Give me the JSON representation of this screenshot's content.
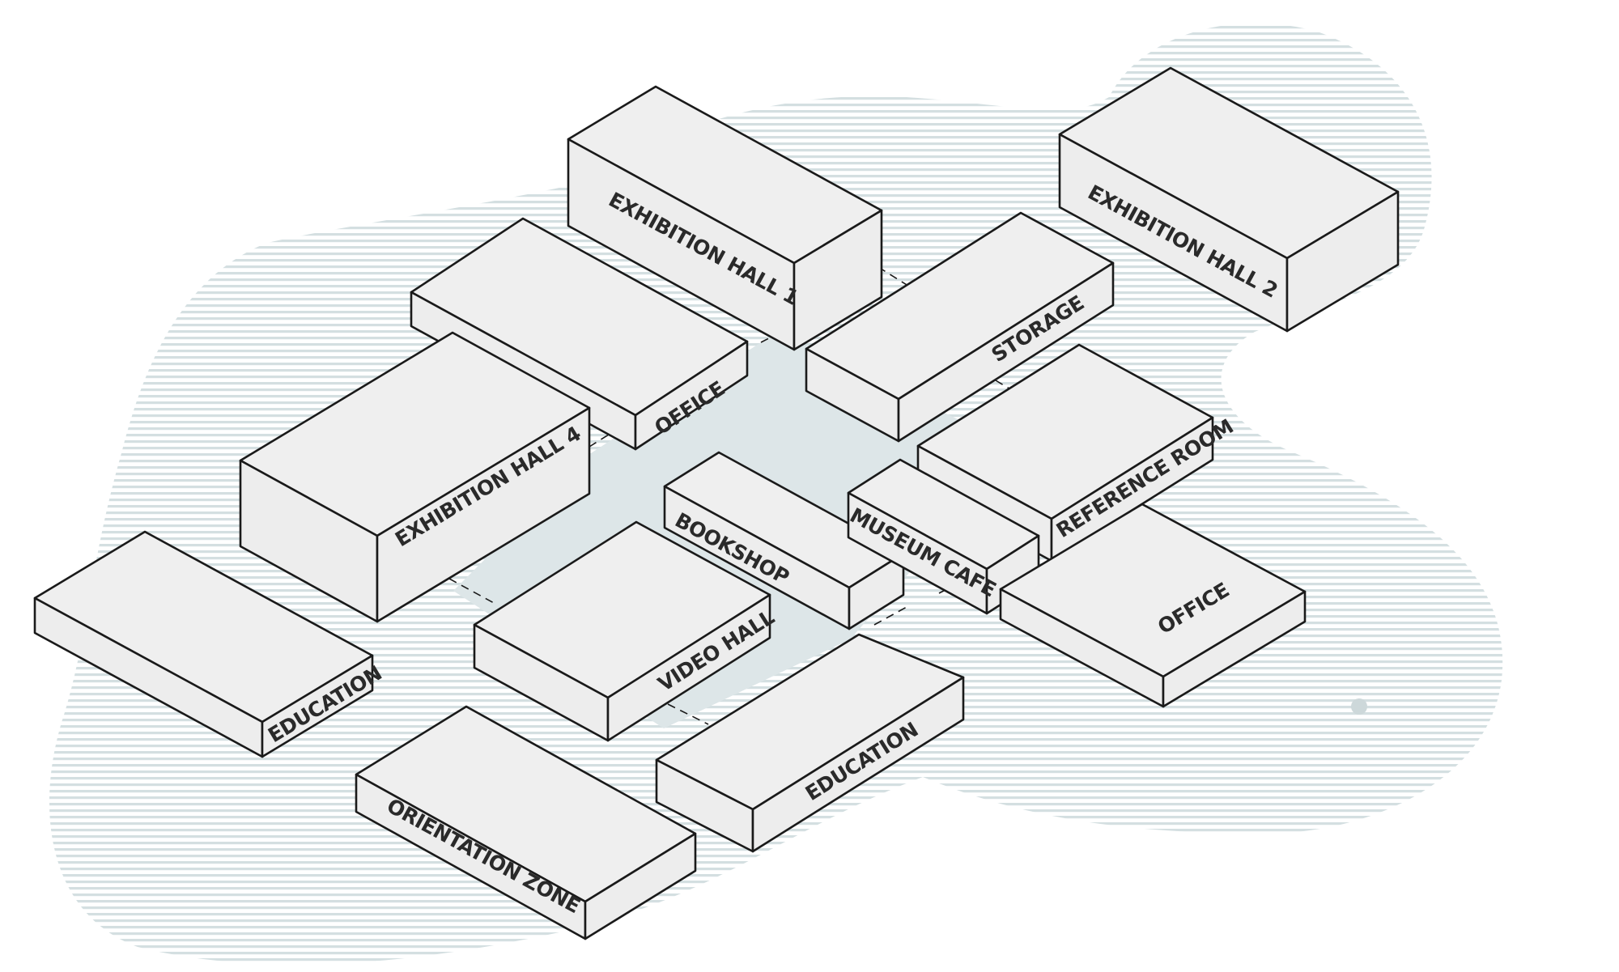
{
  "colors": {
    "site_hatch": "#d4dfe1",
    "courtyard": "#dde6e8",
    "box_face": "#eeeeee",
    "outline": "#1a1a1a",
    "label": "#2a2a2a"
  },
  "rooms": [
    {
      "id": "exhibition-hall-1",
      "label": "EXHIBITION HALL 1"
    },
    {
      "id": "exhibition-hall-2",
      "label": "EXHIBITION HALL 2"
    },
    {
      "id": "office-upper",
      "label": "OFFICE"
    },
    {
      "id": "storage",
      "label": "STORAGE"
    },
    {
      "id": "exhibition-hall-4",
      "label": "EXHIBITION HALL 4"
    },
    {
      "id": "reference-room",
      "label": "REFERENCE ROOM"
    },
    {
      "id": "bookshop",
      "label": "BOOKSHOP"
    },
    {
      "id": "museum-cafe",
      "label": "MUSEUM CAFE"
    },
    {
      "id": "office-lower",
      "label": "OFFICE"
    },
    {
      "id": "education-left",
      "label": "EDUCATION"
    },
    {
      "id": "video-hall",
      "label": "VIDEO HALL"
    },
    {
      "id": "education-center",
      "label": "EDUCATION"
    },
    {
      "id": "orientation-zone",
      "label": "ORIENTATION ZONE"
    }
  ]
}
